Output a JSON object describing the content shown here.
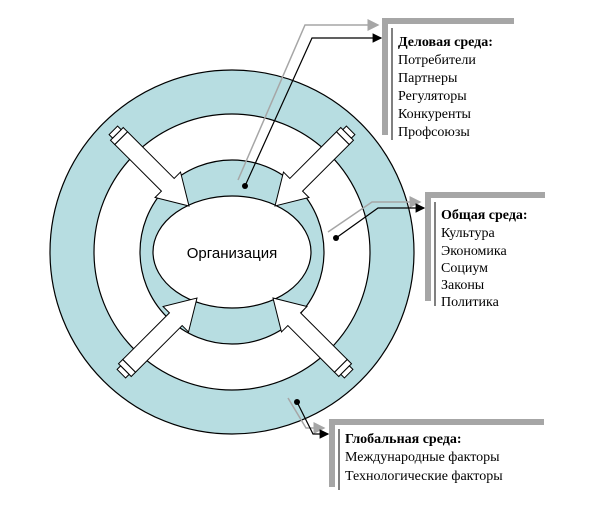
{
  "center": {
    "label": "Организация"
  },
  "colors": {
    "ring": "#b7dde1",
    "stroke": "#000000",
    "gray": "#a6a6a6",
    "bar": "#a6a6a6"
  },
  "boxes": {
    "business": {
      "title": "Деловая среда:",
      "items": [
        "Потребители",
        "Партнеры",
        "Регуляторы",
        "Конкуренты",
        "Профсоюзы"
      ]
    },
    "general": {
      "title": "Общая среда:",
      "items": [
        "Культура",
        "Экономика",
        "Социум",
        "Законы",
        "Политика"
      ]
    },
    "global": {
      "title": "Глобальная среда:",
      "items": [
        "Международные факторы",
        "Технологические факторы"
      ]
    }
  }
}
